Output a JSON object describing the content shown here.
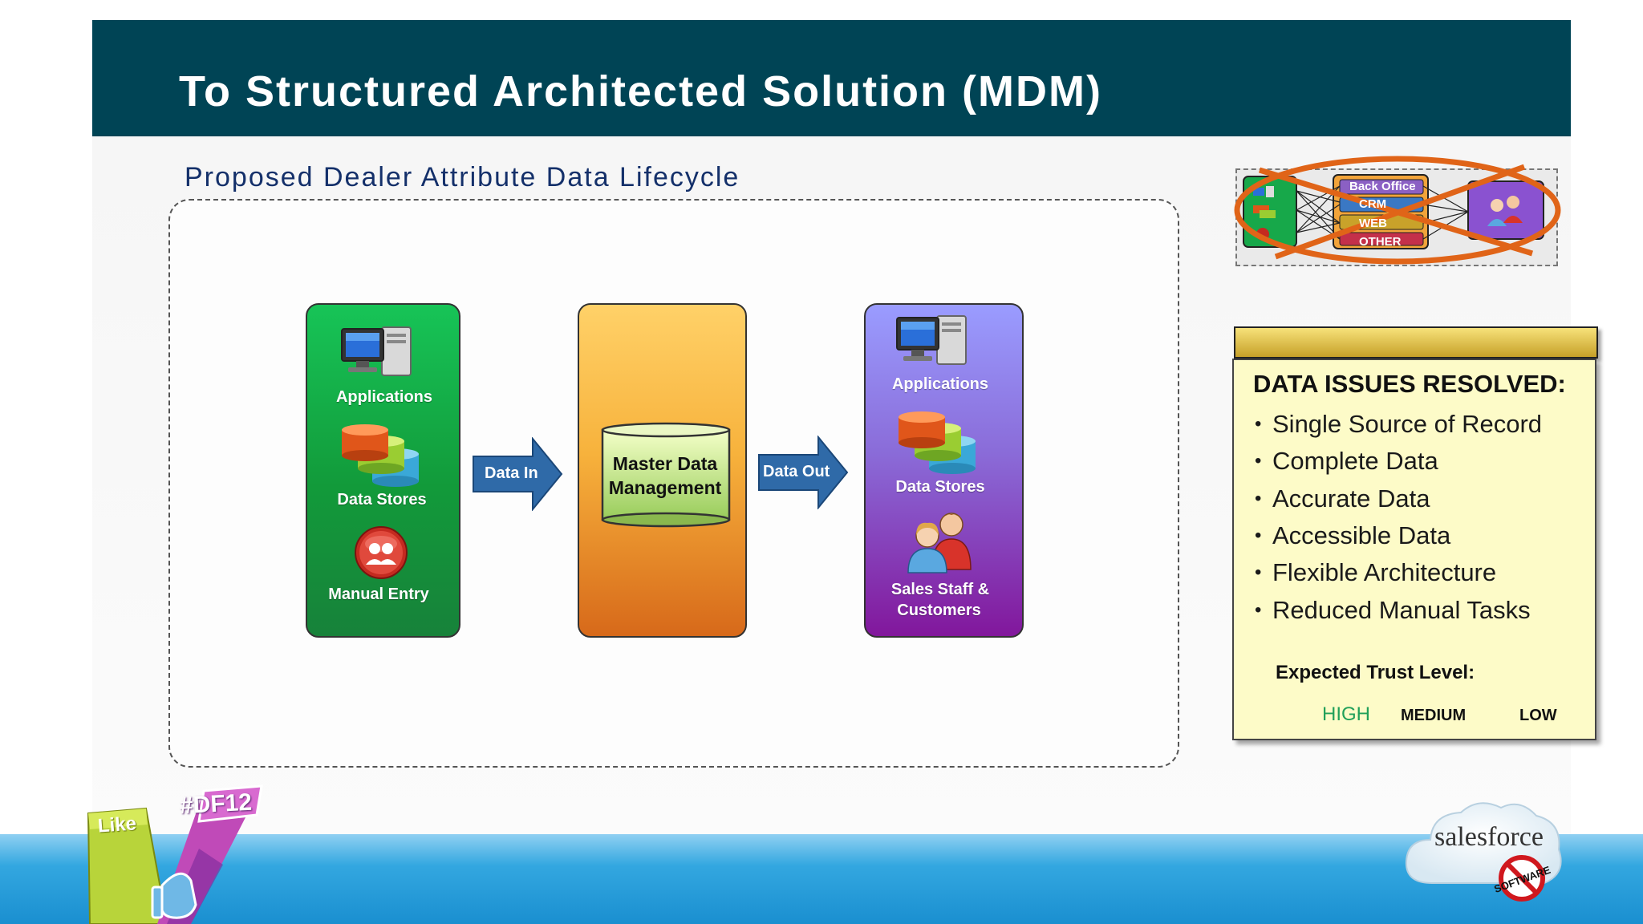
{
  "header": {
    "title": "To Structured Architected Solution (MDM)"
  },
  "diagram": {
    "subtitle": "Proposed Dealer Attribute Data Lifecycle",
    "sources": {
      "items": [
        "Applications",
        "Data Stores",
        "Manual Entry"
      ]
    },
    "arrow_in": "Data In",
    "mdm": {
      "line1": "Master Data",
      "line2": "Management"
    },
    "arrow_out": "Data Out",
    "targets": {
      "items": [
        "Applications",
        "Data Stores",
        "Sales Staff &",
        "Customers"
      ]
    }
  },
  "old_architecture": {
    "labels": [
      "Back Office",
      "CRM",
      "WEB",
      "OTHER"
    ]
  },
  "issues": {
    "title": "DATA ISSUES RESOLVED:",
    "items": [
      "Single Source of Record",
      "Complete Data",
      "Accurate Data",
      "Accessible Data",
      "Flexible Architecture",
      "Reduced Manual Tasks"
    ],
    "trust_label": "Expected Trust Level:",
    "trust_levels": [
      "HIGH",
      "MEDIUM",
      "LOW"
    ]
  },
  "branding": {
    "hashtag": "#DF12",
    "like": "Like",
    "logo_text": "salesforce"
  },
  "colors": {
    "header_bg": "#004455",
    "high_trust": "#21a05a",
    "no_software_red": "#d0181e"
  }
}
